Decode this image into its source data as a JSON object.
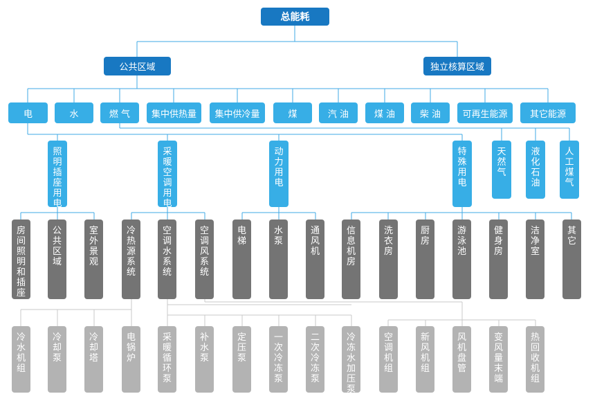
{
  "title": "总能耗",
  "level1": [
    "公共区域",
    "独立核算区域"
  ],
  "level2": [
    "电",
    "水",
    "燃 气",
    "集中供热量",
    "集中供冷量",
    "煤",
    "汽 油",
    "煤 油",
    "柴 油",
    "可再生能源",
    "其它能源"
  ],
  "electric_groups": [
    "照明插座用电",
    "采暖空调用电",
    "动力用电",
    "特殊用电"
  ],
  "gas_types": [
    "天然气",
    "液化石油",
    "人工煤气"
  ],
  "subitems": [
    "房间照明和插座",
    "公共区域",
    "室外景观",
    "冷热源系统",
    "空调水系统",
    "空调风系统",
    "电梯",
    "水泵",
    "通风机",
    "信息机房",
    "洗衣房",
    "厨房",
    "游泳池",
    "健身房",
    "洁净室",
    "其它"
  ],
  "equipment": [
    "冷水机组",
    "冷却泵",
    "冷却塔",
    "电锅炉",
    "采暖循环泵",
    "补水泵",
    "定压泵",
    "一次冷冻泵",
    "二次冷冻泵",
    "冷冻水加压泵",
    "空调机组",
    "新风机组",
    "风机盘管",
    "变风量末端",
    "热回收机组"
  ],
  "colors": {
    "root": "#1878c2",
    "level": "#37aee6",
    "subitem": "#747474",
    "equipment": "#b3b3b3",
    "connector": "#3fa9e5",
    "connector_light": "#c8c8c8"
  }
}
